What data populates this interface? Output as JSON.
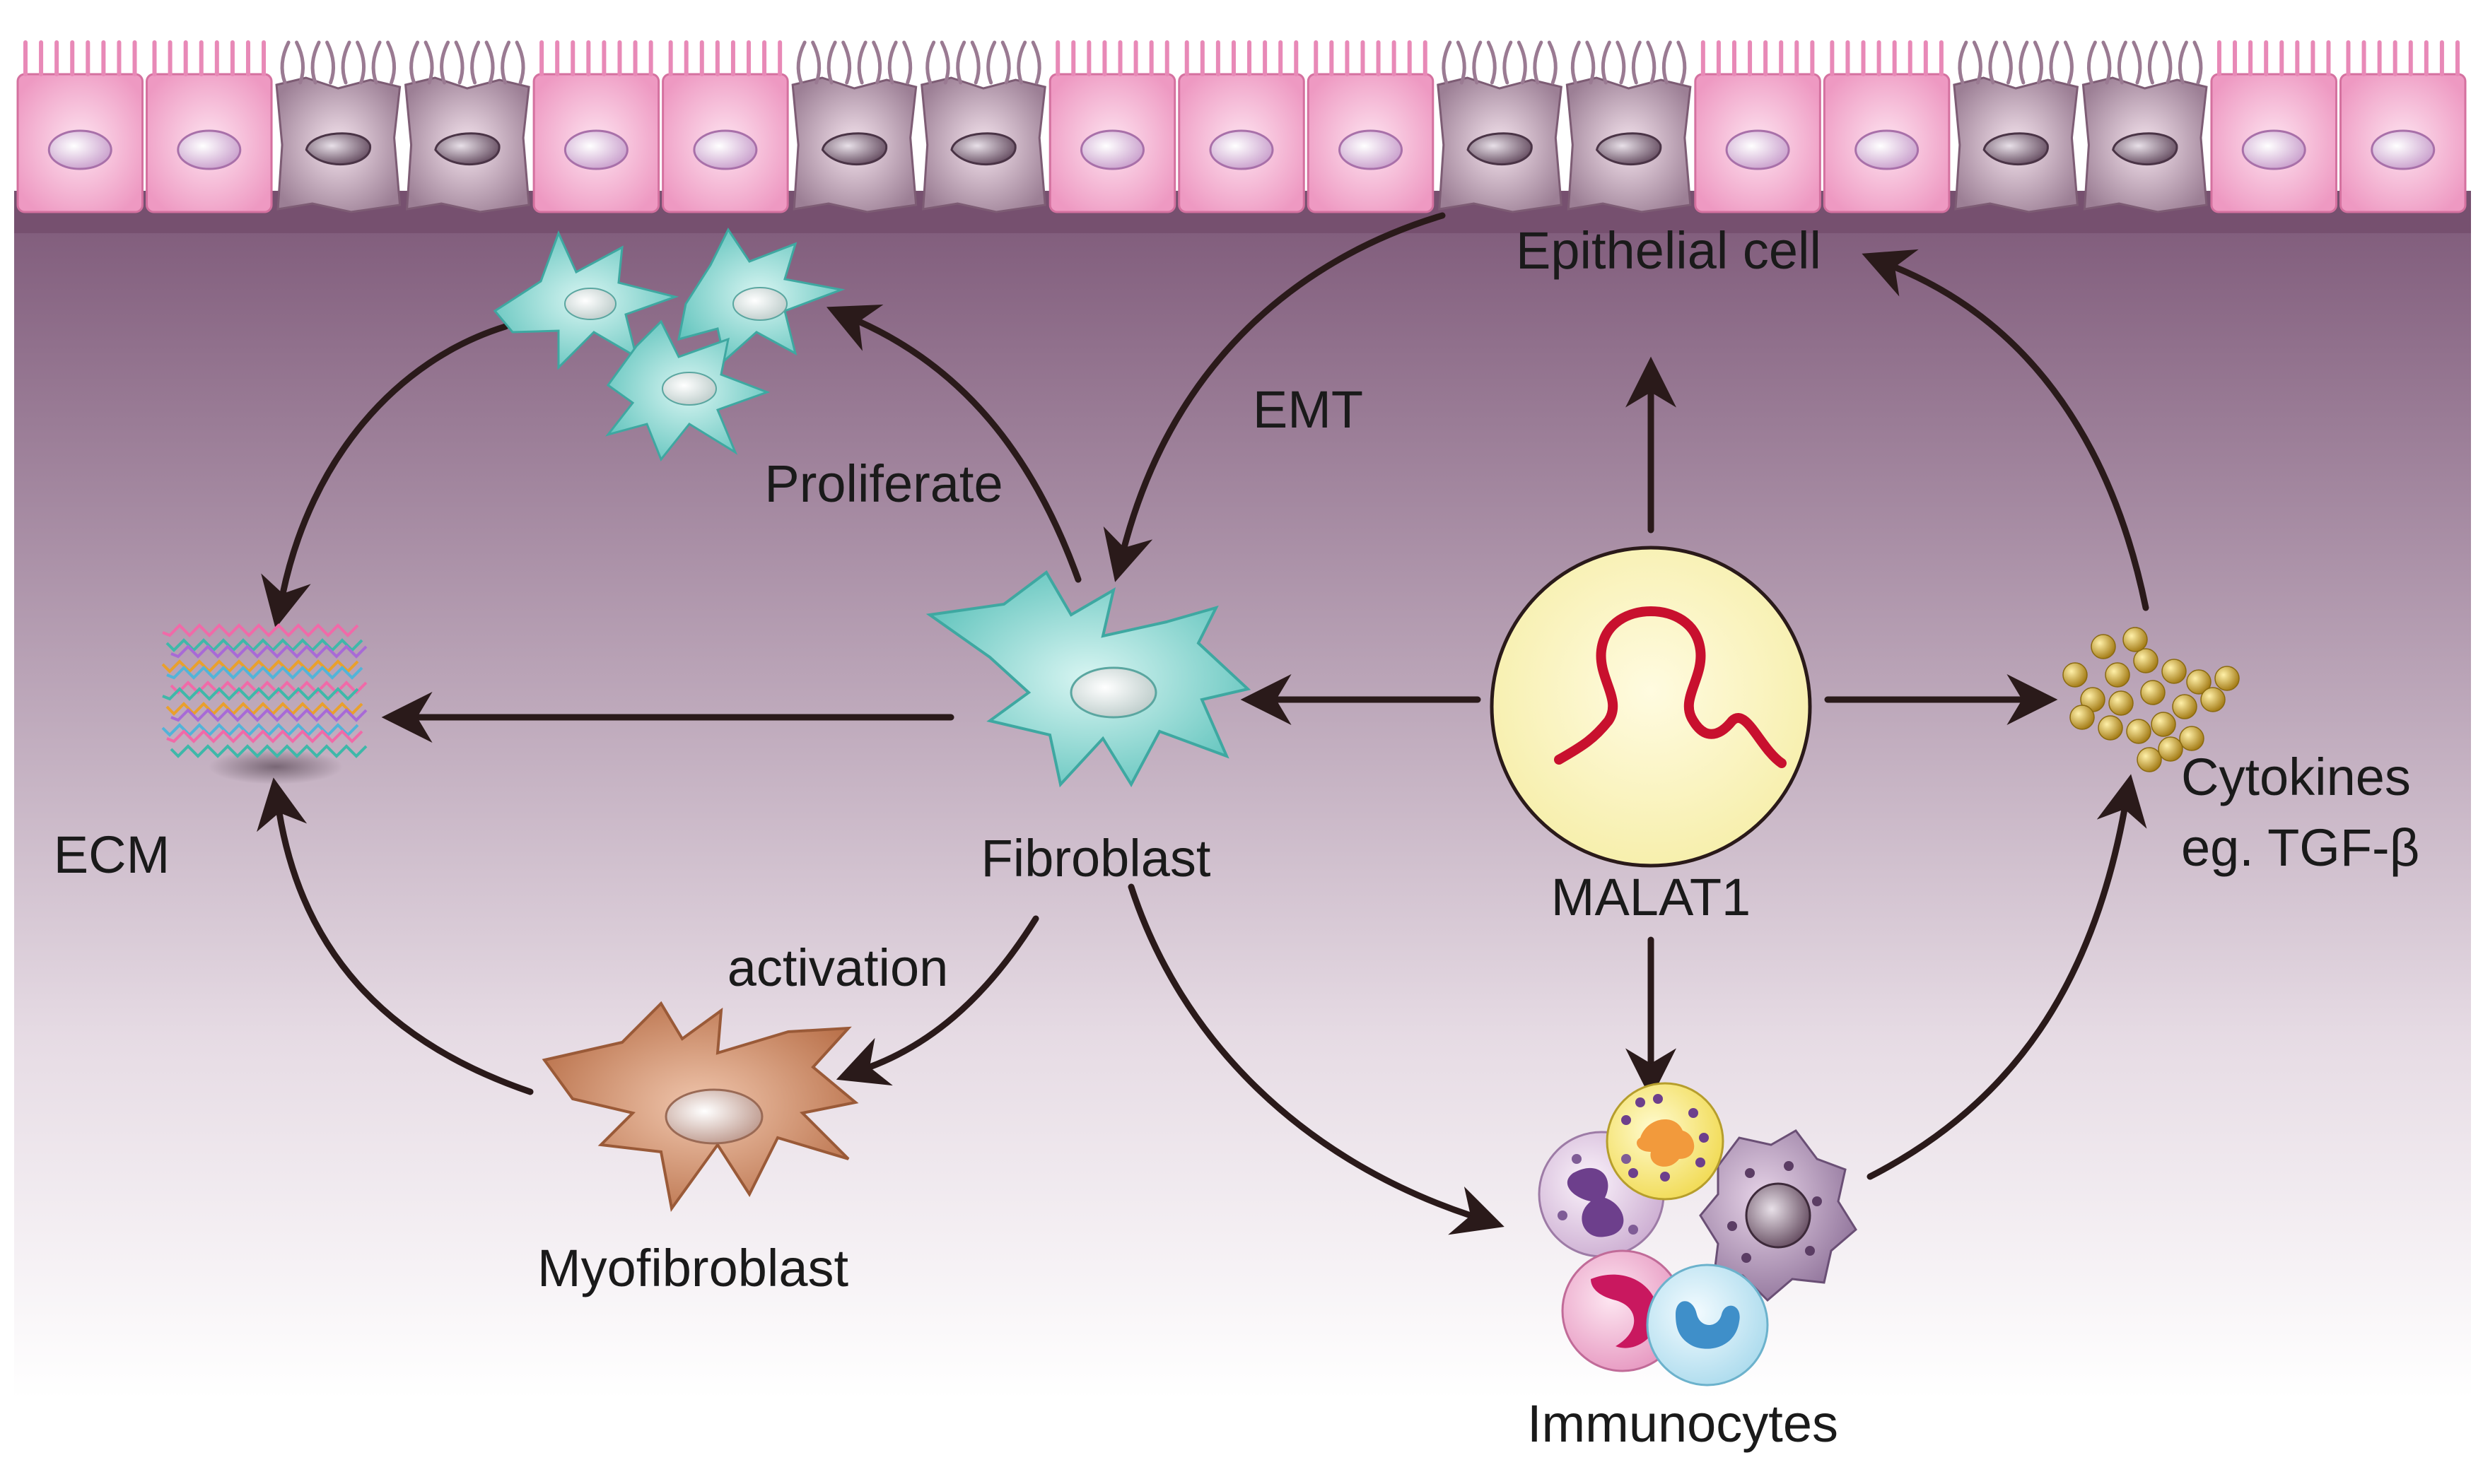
{
  "labels": {
    "epithelial_cell": "Epithelial cell",
    "emt": "EMT",
    "proliferate": "Proliferate",
    "ecm": "ECM",
    "fibroblast": "Fibroblast",
    "malat1": "MALAT1",
    "cytokines_line1": "Cytokines",
    "cytokines_line2": "eg. TGF-β",
    "activation": "activation",
    "myofibroblast": "Myofibroblast",
    "immunocytes": "Immunocytes"
  },
  "colors": {
    "tissue_top": "#7d5878",
    "tissue_bottom": "#ffffff",
    "epithelial_pink": "#f2a9cd",
    "epithelial_damaged": "#9a7a92",
    "fibroblast": "#7fd3cd",
    "myofibroblast": "#c98863",
    "malat1_bg": "#fbf6bf",
    "malat1_rna": "#c8102e",
    "cytokine_gold": "#c9a233",
    "arrow": "#2a1a1a"
  }
}
